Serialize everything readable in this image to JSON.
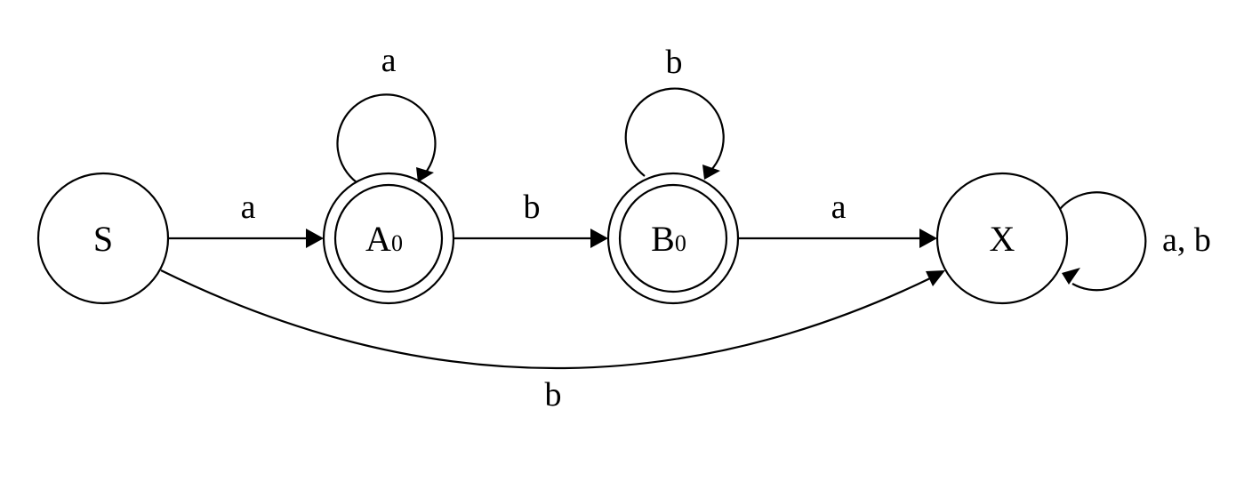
{
  "diagram": {
    "type": "finite-automaton",
    "colors": {
      "stroke": "#000000",
      "background": "#ffffff"
    },
    "states": [
      {
        "id": "S",
        "label": "S",
        "subscript": "",
        "accepting": false
      },
      {
        "id": "A0",
        "label": "A",
        "subscript": "0",
        "accepting": true
      },
      {
        "id": "B0",
        "label": "B",
        "subscript": "0",
        "accepting": true
      },
      {
        "id": "X",
        "label": "X",
        "subscript": "",
        "accepting": false
      }
    ],
    "transitions": [
      {
        "from": "S",
        "to": "A0",
        "label": "a"
      },
      {
        "from": "A0",
        "to": "A0",
        "label": "a"
      },
      {
        "from": "A0",
        "to": "B0",
        "label": "b"
      },
      {
        "from": "B0",
        "to": "B0",
        "label": "b"
      },
      {
        "from": "B0",
        "to": "X",
        "label": "a"
      },
      {
        "from": "X",
        "to": "X",
        "label": "a, b"
      },
      {
        "from": "S",
        "to": "X",
        "label": "b"
      }
    ]
  }
}
